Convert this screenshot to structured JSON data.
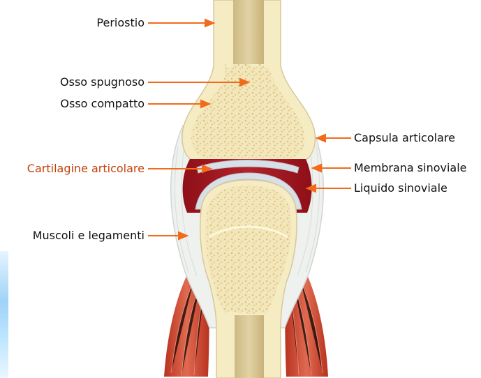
{
  "labels": {
    "periostio": "Periostio",
    "osso_spugnoso": "Osso spugnoso",
    "osso_compatto": "Osso compatto",
    "cartilagine": "Cartilagine articolare",
    "muscoli": "Muscoli e legamenti",
    "capsula": "Capsula articolare",
    "membrana": "Membrana sinoviale",
    "liquido": "Liquido sinoviale"
  },
  "colors": {
    "arrow": "#f26a1b",
    "accent_label": "#c2410c",
    "bone": "#f6ecc4",
    "marrow_canal": "#dcc99a",
    "cavity": "#a3121b",
    "muscle": "#c8412c",
    "ligament": "#eef0ee"
  }
}
